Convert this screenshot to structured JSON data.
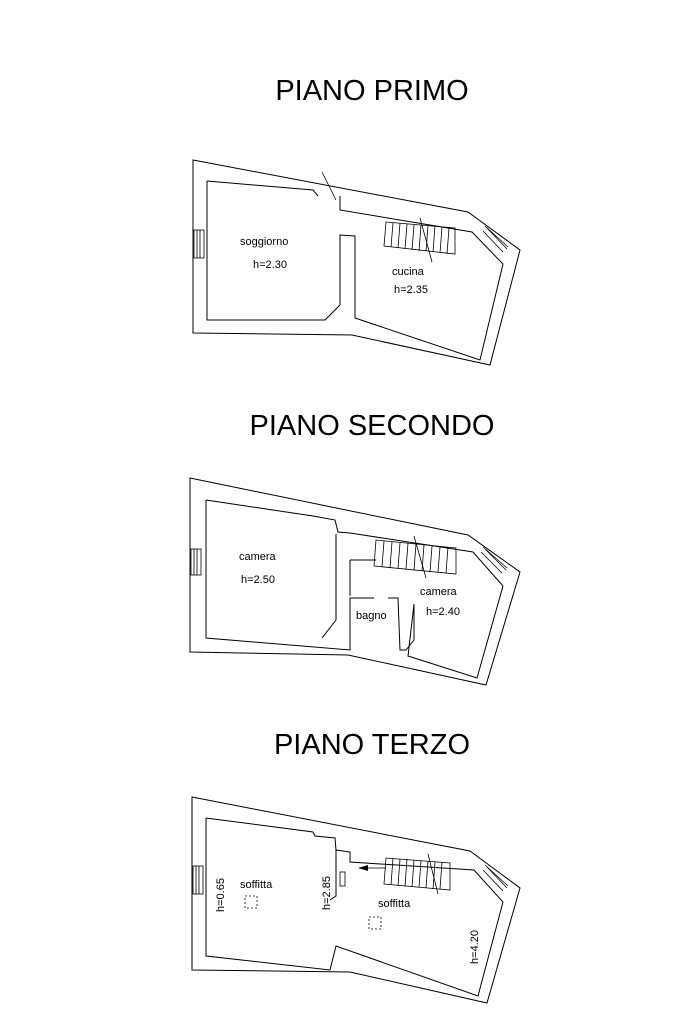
{
  "floors": [
    {
      "title": "PIANO PRIMO",
      "rooms": [
        {
          "name": "soggiorno",
          "height": "h=2.30"
        },
        {
          "name": "cucina",
          "height": "h=2.35"
        }
      ]
    },
    {
      "title": "PIANO SECONDO",
      "rooms": [
        {
          "name": "camera",
          "height": "h=2.50"
        },
        {
          "name": "camera",
          "height": "h=2.40"
        },
        {
          "name": "bagno"
        }
      ]
    },
    {
      "title": "PIANO TERZO",
      "rooms": [
        {
          "name": "soffitta"
        },
        {
          "name": "soffitta"
        }
      ],
      "heights": [
        "h=0.65",
        "h=2.85",
        "h=4.20"
      ]
    }
  ]
}
